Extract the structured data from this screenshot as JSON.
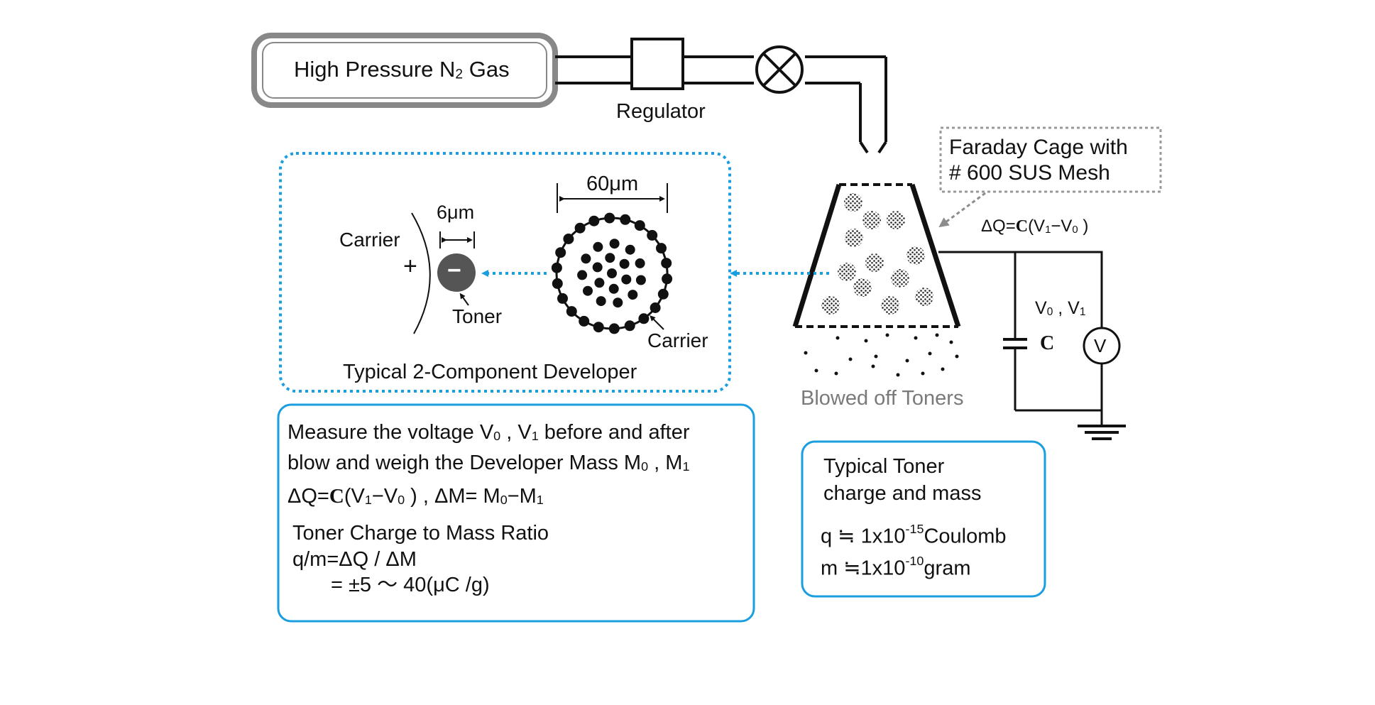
{
  "gas_source": {
    "label_a": "High Pressure N",
    "label_sub": "2",
    "label_b": " Gas"
  },
  "regulator": {
    "label": "Regulator"
  },
  "faraday": {
    "line1": "Faraday Cage with",
    "line2": "# 600 SUS Mesh"
  },
  "charge_formula": {
    "a": "ΔQ=",
    "c": "C",
    "b": "(V",
    "s1": "1",
    "d": "−V",
    "s0": "0",
    "e": " )"
  },
  "meter": {
    "label_a": "V",
    "s0": "0",
    "label_b": " , V",
    "s1": "1",
    "capacitor": "C",
    "voltmeter": "V"
  },
  "blown_toners": {
    "label": "Blowed off Toners"
  },
  "developer": {
    "title": "Typical 2-Component Developer",
    "carrier_size": "60μm",
    "toner_size": "6μm",
    "carrier_left": "Carrier",
    "carrier_right": "Carrier",
    "toner": "Toner",
    "plus": "+",
    "minus": "−"
  },
  "measurement_box": {
    "l1a": "Measure the voltage V",
    "l1s0": "0",
    "l1b": " , V",
    "l1s1": "1",
    "l1c": " before and after",
    "l2a": "blow and weigh the Developer Mass M",
    "l2s0": "0",
    "l2b": " , M",
    "l2s1": "1",
    "l3a": "ΔQ=",
    "l3c": "C",
    "l3b": "(V",
    "l3s1": "1",
    "l3d": "−V",
    "l3s0": "0",
    "l3e": " ) , ΔM= M",
    "l3s0b": "0",
    "l3f": "−M",
    "l3s1b": "1",
    "l4": "Toner Charge to Mass Ratio",
    "l5": "q/m=ΔQ / ΔM",
    "l6": "= ±5 〜 40(μC /g)"
  },
  "toner_box": {
    "title1": "Typical Toner",
    "title2": "charge and mass",
    "q_a": "q ≒ 1x10",
    "q_exp": "-15",
    "q_b": "Coulomb",
    "m_a": "m ≒1x10",
    "m_exp": "-10",
    "m_b": "gram"
  },
  "colors": {
    "accent_blue": "#1a9ee0",
    "dark": "#111111",
    "grey": "#8c8c8c",
    "toner_fill": "#555555"
  }
}
